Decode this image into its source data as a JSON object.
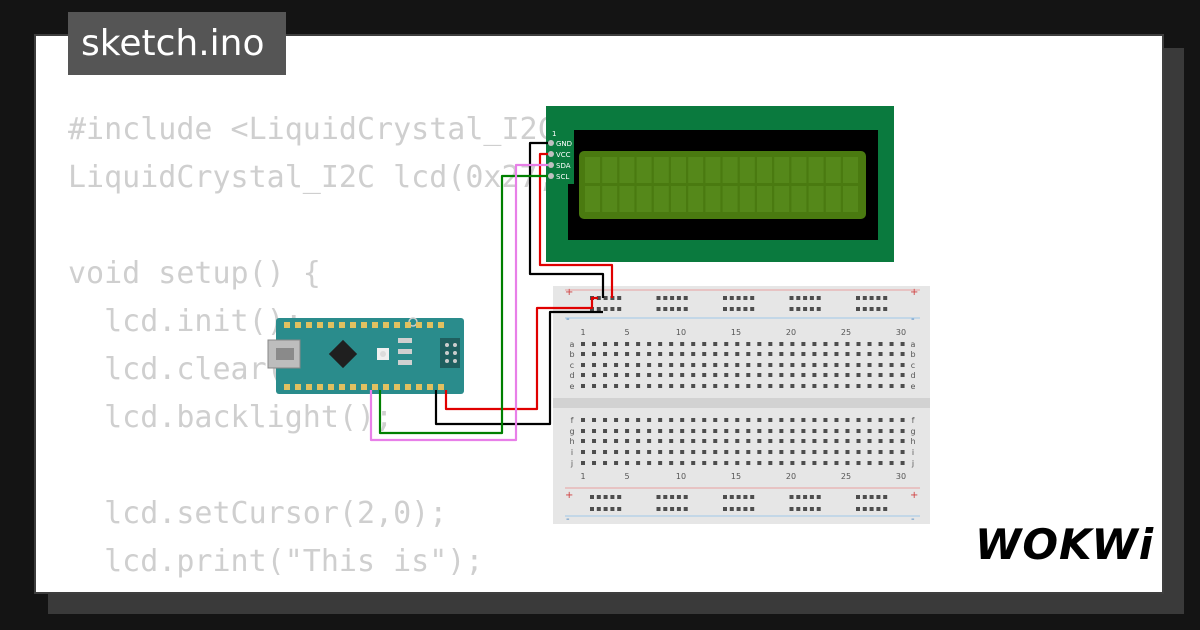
{
  "tab": {
    "filename": "sketch.ino"
  },
  "code_lines": [
    "#include <LiquidCrystal_I2C.h>",
    "LiquidCrystal_I2C lcd(0x27,16,2);",
    "",
    "void setup() {",
    "  lcd.init();",
    "  lcd.clear();",
    "  lcd.backlight();",
    "",
    "  lcd.setCursor(2,0);",
    "  lcd.print(\"This is\");"
  ],
  "lcd": {
    "pins": [
      "GND",
      "VCC",
      "SDA",
      "SCL"
    ],
    "pin_header": "1"
  },
  "breadboard": {
    "column_numbers": [
      "1",
      "5",
      "10",
      "15",
      "20",
      "25",
      "30"
    ],
    "rows_top": [
      "a",
      "b",
      "c",
      "d",
      "e"
    ],
    "rows_bottom": [
      "f",
      "g",
      "h",
      "i",
      "j"
    ],
    "rail_plus": "+",
    "rail_minus": "-"
  },
  "brand": {
    "logo": "WOKWi"
  },
  "colors": {
    "lcd_board": "#0a7a3e",
    "lcd_screen": "#4a7a10",
    "nano": "#2a8c8c",
    "wire_red": "#e00000",
    "wire_black": "#000000",
    "wire_green": "#008000",
    "wire_pink": "#e87fe8"
  }
}
